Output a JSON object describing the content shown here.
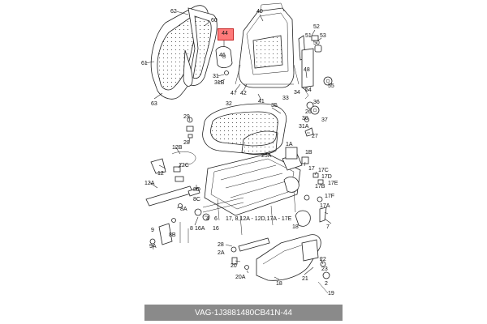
{
  "highlight": {
    "label": "44",
    "color": "#ff7a7a"
  },
  "footer": {
    "oem": "VAG",
    "separator": "-",
    "part_number": "1J3881480CB41",
    "ref_prefix": "N",
    "ref_separator": "-",
    "ref_number": "44",
    "background": "#8a8a8a"
  },
  "callouts": [
    "62",
    "60",
    "61",
    "63",
    "40",
    "44",
    "46",
    "31",
    "31B",
    "47",
    "42",
    "41",
    "52",
    "51",
    "53",
    "50",
    "48",
    "55",
    "54",
    "34",
    "33",
    "32",
    "35",
    "26",
    "36",
    "37",
    "30",
    "31A",
    "27",
    "29",
    "25A",
    "28",
    "12B",
    "12C",
    "12",
    "12A",
    "1A",
    "1B",
    "17",
    "17C",
    "17D",
    "17E",
    "17B",
    "17F",
    "17A",
    "8D",
    "8C",
    "8A",
    "8B",
    "8",
    "9",
    "9A",
    "16",
    "16A",
    "4",
    "6",
    "17, 8,12A - 12D,17A - 17E",
    "28",
    "2A",
    "20",
    "20A",
    "18",
    "21",
    "22",
    "23",
    "7",
    "18",
    "2",
    "19"
  ]
}
